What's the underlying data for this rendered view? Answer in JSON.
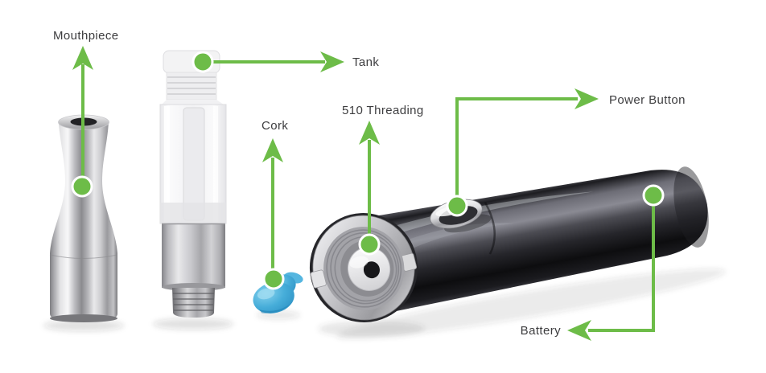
{
  "colors": {
    "accent_green": "#6dbc48",
    "label_text": "#3d3d3f",
    "cork_blue": "#3fa9dc",
    "battery_body": "#232327",
    "chrome_silver": "#c9c9cc",
    "background": "#ffffff"
  },
  "labels": {
    "mouthpiece": "Mouthpiece",
    "tank": "Tank",
    "cork": "Cork",
    "threading": "510 Threading",
    "power_button": "Power Button",
    "battery": "Battery"
  }
}
